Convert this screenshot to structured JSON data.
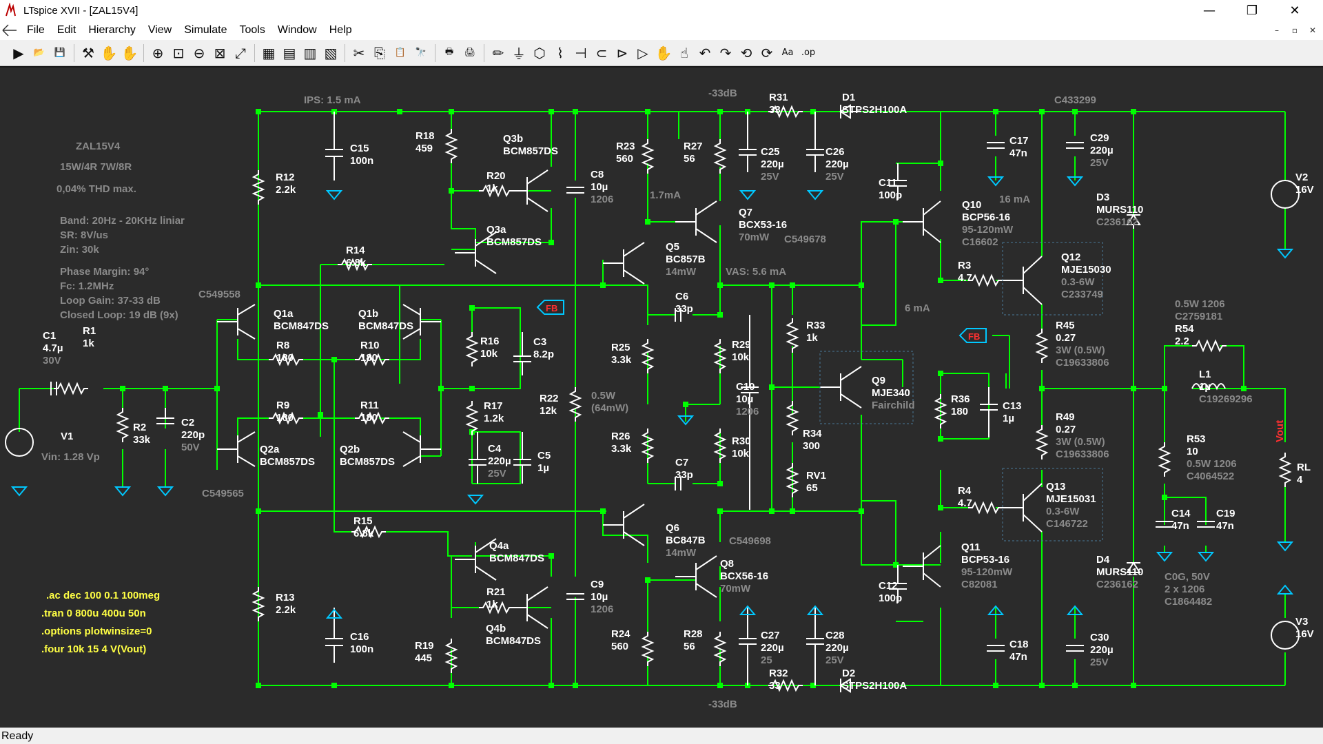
{
  "window": {
    "title": "LTspice XVII - [ZAL15V4]",
    "minimize": "—",
    "maximize": "❐",
    "close": "✕"
  },
  "menu": [
    "File",
    "Edit",
    "Hierarchy",
    "View",
    "Simulate",
    "Tools",
    "Window",
    "Help"
  ],
  "mdi_controls": [
    "–",
    "▫",
    "✕"
  ],
  "toolbar": {
    "icons": [
      "run-icon",
      "open-icon",
      "save-icon",
      "control-panel-icon",
      "halt-icon",
      "pan-icon",
      "zoom-in-icon",
      "zoom-box-icon",
      "zoom-out-icon",
      "zoom-fit-icon",
      "autorange-icon",
      "grid-icon",
      "tile-horizontal-icon",
      "cascade-icon",
      "tile-vertical-icon",
      "cut-icon",
      "copy-icon",
      "paste-icon",
      "find-icon",
      "print-icon",
      "print-setup-icon",
      "draw-wire-icon",
      "ground-icon",
      "label-net-icon",
      "resistor-icon",
      "capacitor-icon",
      "inductor-icon",
      "diode-icon",
      "component-icon",
      "move-icon",
      "drag-icon",
      "undo-icon",
      "redo-icon",
      "rotate-icon",
      "mirror-icon",
      "text-icon",
      "spice-directive-icon"
    ],
    "glyphs": [
      "▶",
      "📂",
      "💾",
      "⚒",
      "✋",
      "✋",
      "⊕",
      "⊡",
      "⊖",
      "⊠",
      "⤢",
      "▦",
      "▤",
      "▥",
      "▧",
      "✂",
      "⎘",
      "📋",
      "🔭",
      "🖶",
      "🖨",
      "✏",
      "⏚",
      "⬡",
      "⌇",
      "⊣",
      "⊂",
      "⊳",
      "▷",
      "✋",
      "☝",
      "↶",
      "↷",
      "⟲",
      "⟳",
      "Aa",
      ".op"
    ]
  },
  "schematic": {
    "title_block": {
      "name": "ZAL15V4",
      "power": "15W/4R  7W/8R",
      "thd": "0,04% THD max.",
      "specs": [
        "Band: 20Hz - 20KHz liniar",
        "SR: 8V/us",
        "Zin: 30k"
      ],
      "loop": [
        "Phase Margin: 94°",
        "Fc: 1.2MHz",
        "Loop Gain: 37-33 dB",
        "Closed Loop: 19 dB (9x)"
      ]
    },
    "directives": [
      ".ac dec 100 0.1 100meg",
      ".tran 0 800u 400u 50n",
      ".options plotwinsize=0",
      ".four 10k 15 4 V(Vout)"
    ],
    "notes": {
      "ips": "IPS: 1.5 mA",
      "db_top": "-33dB",
      "db_bottom": "-33dB",
      "c433299": "C433299",
      "c549558": "C549558",
      "c549565": "C549565",
      "c549678": "C549678",
      "c549698": "C549698",
      "vas": "VAS: 5.6 mA",
      "i17": "1.7mA",
      "i16": "16 mA",
      "i6": "6 mA",
      "r22_power": "0.5W\n(64mW)",
      "vin": "Vin: 1.28 Vp"
    },
    "fb_label": "FB",
    "vout_label": "Vout",
    "components": {
      "C1": [
        "C1",
        "4.7µ",
        "30V"
      ],
      "R1": [
        "R1",
        "1k"
      ],
      "V1": [
        "V1"
      ],
      "R2": [
        "R2",
        "33k"
      ],
      "C2": [
        "C2",
        "220p",
        "50V"
      ],
      "R12": [
        "R12",
        "2.2k"
      ],
      "C15": [
        "C15",
        "100n"
      ],
      "R18": [
        "R18",
        "459"
      ],
      "Q3b": [
        "Q3b",
        "BCM857DS"
      ],
      "R20": [
        "R20",
        "1k"
      ],
      "Q3a": [
        "Q3a",
        "BCM857DS"
      ],
      "C8": [
        "C8",
        "10µ",
        "1206"
      ],
      "R14": [
        "R14",
        "6.8k"
      ],
      "Q1a": [
        "Q1a",
        "BCM847DS"
      ],
      "Q1b": [
        "Q1b",
        "BCM847DS"
      ],
      "R8": [
        "R8",
        "180"
      ],
      "R10": [
        "R10",
        "180"
      ],
      "R9": [
        "R9",
        "180"
      ],
      "R11": [
        "R11",
        "180"
      ],
      "Q2a": [
        "Q2a",
        "BCM857DS"
      ],
      "Q2b": [
        "Q2b",
        "BCM857DS"
      ],
      "R16": [
        "R16",
        "10k"
      ],
      "C3": [
        "C3",
        "8.2p"
      ],
      "R17": [
        "R17",
        "1.2k"
      ],
      "C4": [
        "C4",
        "220µ",
        "25V"
      ],
      "C5": [
        "C5",
        "1µ"
      ],
      "R22": [
        "R22",
        "12k"
      ],
      "R15": [
        "R15",
        "6.8k"
      ],
      "Q4a": [
        "Q4a",
        "BCM847DS"
      ],
      "R21": [
        "R21",
        "1k"
      ],
      "Q4b": [
        "Q4b",
        "BCM847DS"
      ],
      "R19": [
        "R19",
        "445"
      ],
      "R13": [
        "R13",
        "2.2k"
      ],
      "C16": [
        "C16",
        "100n"
      ],
      "C9": [
        "C9",
        "10µ",
        "1206"
      ],
      "R23": [
        "R23",
        "560"
      ],
      "R27": [
        "R27",
        "56"
      ],
      "Q7": [
        "Q7",
        "BCX53-16",
        "70mW"
      ],
      "Q5": [
        "Q5",
        "BC857B",
        "14mW"
      ],
      "C6": [
        "C6",
        "33p"
      ],
      "R25": [
        "R25",
        "3.3k"
      ],
      "R29": [
        "R29",
        "10k"
      ],
      "C10": [
        "C10",
        "10µ",
        "1206"
      ],
      "R26": [
        "R26",
        "3.3k"
      ],
      "R30": [
        "R30",
        "10k"
      ],
      "C7": [
        "C7",
        "33p"
      ],
      "Q6": [
        "Q6",
        "BC847B",
        "14mW"
      ],
      "Q8": [
        "Q8",
        "BCX56-16",
        "70mW"
      ],
      "R24": [
        "R24",
        "560"
      ],
      "R28": [
        "R28",
        "56"
      ],
      "R31": [
        "R31",
        "33"
      ],
      "D1": [
        "D1",
        "STPS2H100A"
      ],
      "C25": [
        "C25",
        "220µ",
        "25V"
      ],
      "C26": [
        "C26",
        "220µ",
        "25V"
      ],
      "R32": [
        "R32",
        "33"
      ],
      "D2": [
        "D2",
        "STPS2H100A"
      ],
      "C27": [
        "C27",
        "220µ",
        "25"
      ],
      "C28": [
        "C28",
        "220µ",
        "25V"
      ],
      "R33": [
        "R33",
        "1k"
      ],
      "R34": [
        "R34",
        "300"
      ],
      "RV1": [
        "RV1",
        "65"
      ],
      "Q9": [
        "Q9",
        "MJE340",
        "Fairchild"
      ],
      "C11": [
        "C11",
        "100p"
      ],
      "Q10": [
        "Q10",
        "BCP56-16",
        "95-120mW",
        "C16602"
      ],
      "C17": [
        "C17",
        "47n"
      ],
      "C29": [
        "C29",
        "220µ",
        "25V"
      ],
      "R3": [
        "R3",
        "4.7"
      ],
      "Q12": [
        "Q12",
        "MJE15030",
        "0.3-6W",
        "C233749"
      ],
      "R45": [
        "R45",
        "0.27",
        "3W (0.5W)",
        "C19633806"
      ],
      "R36": [
        "R36",
        "180"
      ],
      "C13": [
        "C13",
        "1µ"
      ],
      "R49": [
        "R49",
        "0.27",
        "3W (0.5W)",
        "C19633806"
      ],
      "R4": [
        "R4",
        "4.7"
      ],
      "Q13": [
        "Q13",
        "MJE15031",
        "0.3-6W",
        "C146722"
      ],
      "C12": [
        "C12",
        "100p"
      ],
      "Q11": [
        "Q11",
        "BCP53-16",
        "95-120mW",
        "C82081"
      ],
      "C18": [
        "C18",
        "47n"
      ],
      "C30": [
        "C30",
        "220µ",
        "25V"
      ],
      "D3": [
        "D3",
        "MURS110",
        "C236162"
      ],
      "D4": [
        "D4",
        "MURS110",
        "C236162"
      ],
      "R54": [
        "0.5W 1206",
        "C2759181",
        "R54",
        "2.2"
      ],
      "L1": [
        "L1",
        "1µ",
        "C19269296"
      ],
      "R53": [
        "R53",
        "10",
        "0.5W 1206",
        "C4064522"
      ],
      "C14": [
        "C14",
        "47n"
      ],
      "C19": [
        "C19",
        "47n"
      ],
      "C0G": [
        "C0G, 50V",
        "2 x 1206",
        "C1864482"
      ],
      "V2": [
        "V2",
        "16V"
      ],
      "V3": [
        "V3",
        "16V"
      ],
      "RL": [
        "RL",
        "4"
      ]
    }
  },
  "status": "Ready",
  "colors": {
    "wire": "#00ff00",
    "background": "#2b2b2b",
    "text": "#ffffff",
    "dim_text": "#8a8a8a",
    "directive": "#ffff44",
    "ground": "#00c8ff",
    "fb": "#00c8ff",
    "fb_text": "#ff3030",
    "vout": "#ff3030",
    "dashed_box": "#4a7a9a"
  }
}
